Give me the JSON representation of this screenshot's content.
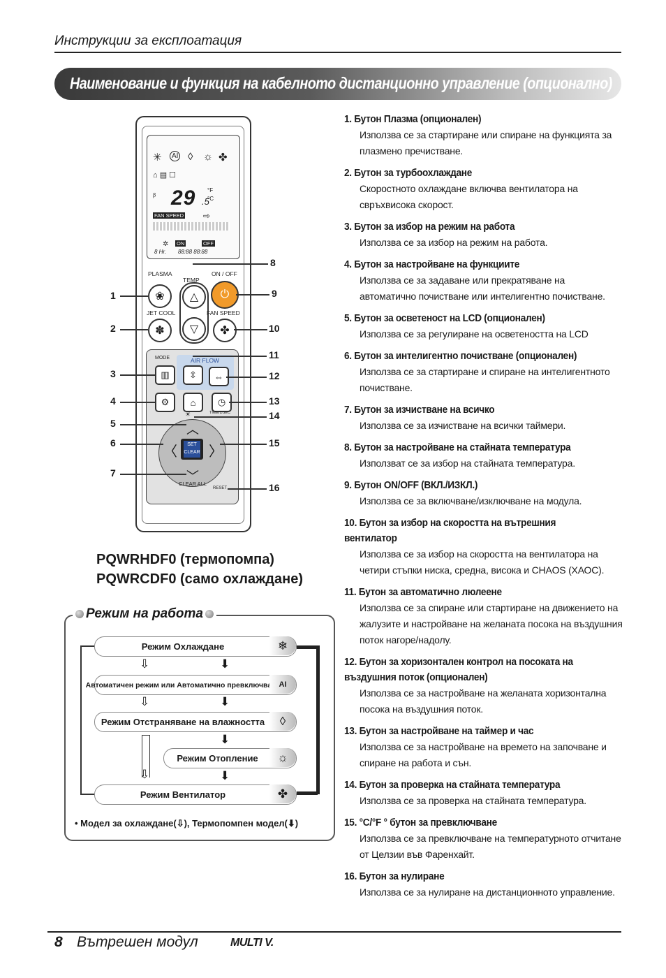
{
  "header": {
    "title": "Инструкции за експлоатация"
  },
  "banner": {
    "title": "Наименование и функция на кабелното дистанционно управление (опционално)"
  },
  "remote": {
    "lcd": {
      "temp": "29",
      "temp_dec": ".5",
      "unit_f": "°F",
      "unit_c": "°C",
      "fan_speed": "FAN SPEED",
      "on": "ON",
      "off": "OFF",
      "hr": "8 Hr.",
      "timer": "88:88 88:88"
    },
    "labels": {
      "plasma": "PLASMA",
      "temp": "TEMP",
      "onoff": "ON / OFF",
      "jetcool": "JET COOL",
      "fanspeed": "FAN SPEED",
      "mode": "MODE",
      "airflow": "AIR FLOW",
      "timedsec": "TIME/DSEC",
      "set": "SET",
      "clear": "CLEAR",
      "clearall": "CLEAR ALL",
      "reset": "RESET"
    },
    "callouts": [
      "1",
      "2",
      "3",
      "4",
      "5",
      "6",
      "7",
      "8",
      "9",
      "10",
      "11",
      "12",
      "13",
      "14",
      "15",
      "16"
    ]
  },
  "models": {
    "line1": "PQWRHDF0 (термопомпа)",
    "line2": "PQWRCDF0 (само охлаждане)"
  },
  "modes": {
    "title": "Режим на работа",
    "items": [
      "Режим Охлаждане",
      "Автоматичен режим или Автоматично превключване",
      "Режим Отстраняване на влажността",
      "Режим Отопление",
      "Режим Вентилатор"
    ],
    "note": "• Модел за охлаждане(⇩), Термопомпен модел(⬇)"
  },
  "list": [
    {
      "title": "1.  Бутон Плазма (опционален)",
      "desc": "Използва се за стартиране или спиране на функцията за плазмено пречистване."
    },
    {
      "title": "2.  Бутон за турбоохлаждане",
      "desc": "Скоростното охлаждане включва вентилатора на свръхвисока скорост."
    },
    {
      "title": "3.  Бутон за избор на режим на работа",
      "desc": "Използва се за избор на режим на работа."
    },
    {
      "title": "4.  Бутон за настройване на функциите",
      "desc": "Използва се за задаване или прекратяване на автоматично почистване или интелигентно почистване."
    },
    {
      "title": "5.  Бутон за осветеност на LCD (опционален)",
      "desc": "Използва се за регулиране на осветеността на LCD"
    },
    {
      "title": "6.  Бутон за интелигентно почистване (опционален)",
      "desc": "Използва се за стартиране и спиране на интелигентното почистване."
    },
    {
      "title": "7.  Бутон за изчистване на всичко",
      "desc": "Използва се за изчистване на всички таймери."
    },
    {
      "title": "8.  Бутон за настройване на стайната температура",
      "desc": "Използват се за избор на стайната температура."
    },
    {
      "title": "9.  Бутон ON/OFF (ВКЛ./ИЗКЛ.)",
      "desc": "Използва се за включване/изключване на модула."
    },
    {
      "title": "10. Бутон за избор на скоростта на вътрешния вентилатор",
      "desc": "Използва се за избор на скоростта на вентилатора на четири стъпки ниска, средна, висока и CHAOS (ХАОС)."
    },
    {
      "title": "11. Бутон за автоматично люлеене",
      "desc": "Използва се за спиране или стартиране на движението на жалузите и настройване на желаната посока на въздушния поток нагоре/надолу."
    },
    {
      "title": "12. Бутон за хоризонтален контрол на посоката на въздушния поток (опционален)",
      "desc": "Използва се за настройване на желаната хоризонтална посока на въздушния поток."
    },
    {
      "title": "13. Бутон за настройване на таймер и час",
      "desc": "Използва се за настройване на времето на започване и спиране на работа и сън."
    },
    {
      "title": "14. Бутон за проверка на стайната температура",
      "desc": "Използва се за проверка на стайната температура."
    },
    {
      "title": "15. °C/°F ° бутон за превключване",
      "desc": "Използва се за превключване на температурното отчитане от Целзии във Фаренхайт."
    },
    {
      "title": "16. Бутон за нулиране",
      "desc": "Използва се за нулиране на дистанционното управление."
    }
  ],
  "footer": {
    "page": "8",
    "text": "Вътрешен модул",
    "logo": "MULTI V."
  }
}
